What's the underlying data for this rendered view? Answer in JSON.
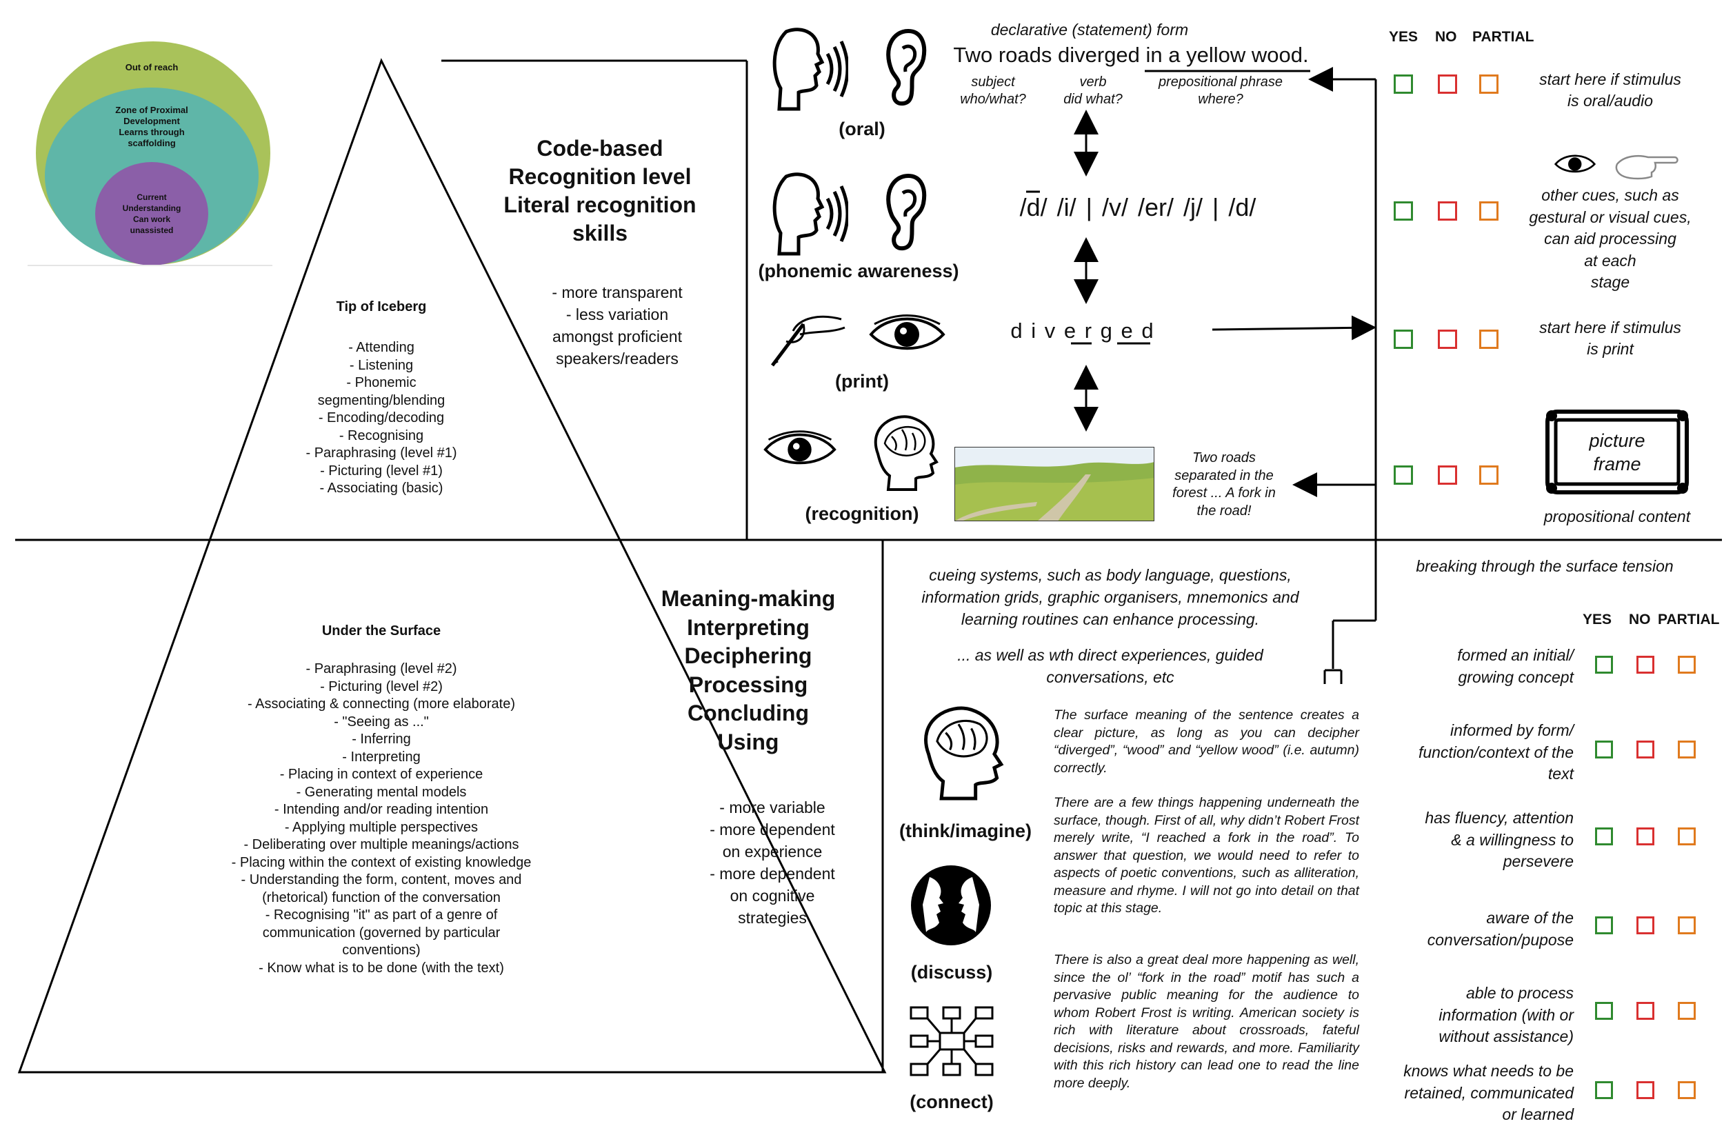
{
  "zpd": {
    "outer": "Out of reach",
    "middle": "Zone of Proximal\nDevelopment\nLearns through\nscaffolding",
    "inner": "Current\nUnderstanding\nCan work\nunassisted"
  },
  "tip": {
    "title": "Tip of Iceberg",
    "items": "- Attending\n- Listening\n- Phonemic\nsegmenting/blending\n- Encoding/decoding\n- Recognising\n- Paraphrasing (level #1)\n- Picturing (level #1)\n- Associating (basic)"
  },
  "under": {
    "title": "Under the Surface",
    "items": "- Paraphrasing (level #2)\n- Picturing (level #2)\n- Associating & connecting (more elaborate)\n- \"Seeing as ...\"\n- Inferring\n- Interpreting\n- Placing in context of experience\n- Generating mental models\n- Intending and/or reading intention\n- Applying multiple perspectives\n- Deliberating over multiple meanings/actions\n- Placing within the context of existing knowledge\n- Understanding the form, content, moves and\n(rhetorical) function of the conversation\n- Recognising \"it\" as part of a genre of\ncommunication (governed by particular\nconventions)\n- Know what is to be done (with the text)"
  },
  "code": {
    "heading": "Code-based\nRecognition level\nLiteral recognition\nskills",
    "notes": "- more transparent\n- less variation\namongst proficient\nspeakers/readers"
  },
  "meaning": {
    "heading": "Meaning-making\nInterpreting\nDeciphering\nProcessing\nConcluding\nUsing",
    "notes": "- more variable\n- more dependent\non experience\n- more dependent\non cognitive\nstrategies"
  },
  "modes": {
    "oral": "(oral)",
    "phonemic": "(phonemic awareness)",
    "print": "(print)",
    "recognition": "(recognition)",
    "think": "(think/imagine)",
    "discuss": "(discuss)",
    "connect": "(connect)"
  },
  "sentence": {
    "form": "declarative (statement) form",
    "text": "Two roads diverged in a yellow wood.",
    "subject": "subject\nwho/what?",
    "verb": "verb\ndid what?",
    "prep": "prepositional phrase\nwhere?",
    "phonemes": "/d/ /i/ | /v/ /er/ /j/ | /d/",
    "word": "d i v e r g e d",
    "picture_caption": "Two roads\nseparated in the\nforest ... A fork in\nthe road!"
  },
  "checklist_top": {
    "headers": [
      "YES",
      "NO",
      "PARTIAL"
    ],
    "rows": [
      "start here if stimulus\nis oral/audio",
      "other cues, such as\ngestural or visual cues,\ncan aid processing\nat each\nstage",
      "start here if stimulus\nis print",
      "propositional content"
    ],
    "picture_frame": "picture\nframe"
  },
  "cueing": {
    "text": "cueing systems, such as body language, questions,\ninformation grids, graphic organisers, mnemonics and\nlearning routines can enhance processing.",
    "text2": "... as well as wth direct experiences, guided\nconversations, etc"
  },
  "paragraphs": [
    "The surface meaning of the sentence creates a clear picture, as long as you can decipher “diverged”, “wood” and “yellow wood” (i.e. autumn) correctly.",
    "There are a few things happening underneath the surface, though. First of all, why didn’t Robert Frost merely write, “I reached a fork in the road”. To answer that question, we would need to refer to aspects of poetic conventions, such as alliteration, measure and rhyme. I will not go into detail on that topic at this stage.",
    "There is also a great deal more happening as well, since the ol’ “fork in the road” motif has such a pervasive public meaning for the audience to whom Robert Frost is writing. American society is rich with literature about crossroads, fateful decisions, risks and rewards, and more. Familiarity with this rich history can lead one to read the line more deeply."
  ],
  "checklist_bottom": {
    "title": "breaking through the surface tension",
    "headers": [
      "YES",
      "NO",
      "PARTIAL"
    ],
    "rows": [
      "formed an initial/\ngrowing concept",
      "informed by form/\nfunction/context of the\ntext",
      "has fluency, attention\n& a willingness to\npersevere",
      "aware of the\nconversation/pupose",
      "able to process\ninformation (with or\nwithout assistance)",
      "knows what needs to be\nretained, communicated\nor learned"
    ]
  },
  "colors": {
    "outer_circle": "#a9c25a",
    "middle_circle": "#5fb6a8",
    "inner_circle": "#8b5fa8",
    "yes": "#2f8a2f",
    "no": "#d93030",
    "partial": "#e07a1e"
  }
}
